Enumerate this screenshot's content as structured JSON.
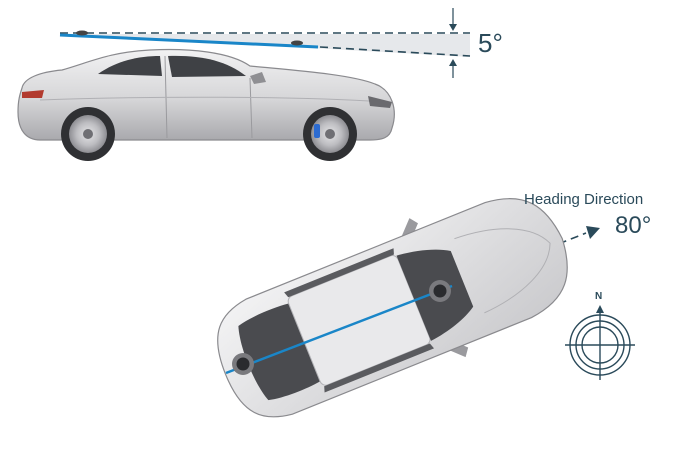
{
  "pitch": {
    "value_label": "5°",
    "degrees": 5
  },
  "heading": {
    "title": "Heading Direction",
    "value_label": "80°",
    "degrees": 80
  },
  "compass": {
    "north_label": "N"
  },
  "colors": {
    "accent_line": "#1a86c8",
    "dashed": "#2a4a5a",
    "text": "#2a4a5a",
    "car_body": "#d9d9db",
    "glass": "#4a4a4a"
  }
}
